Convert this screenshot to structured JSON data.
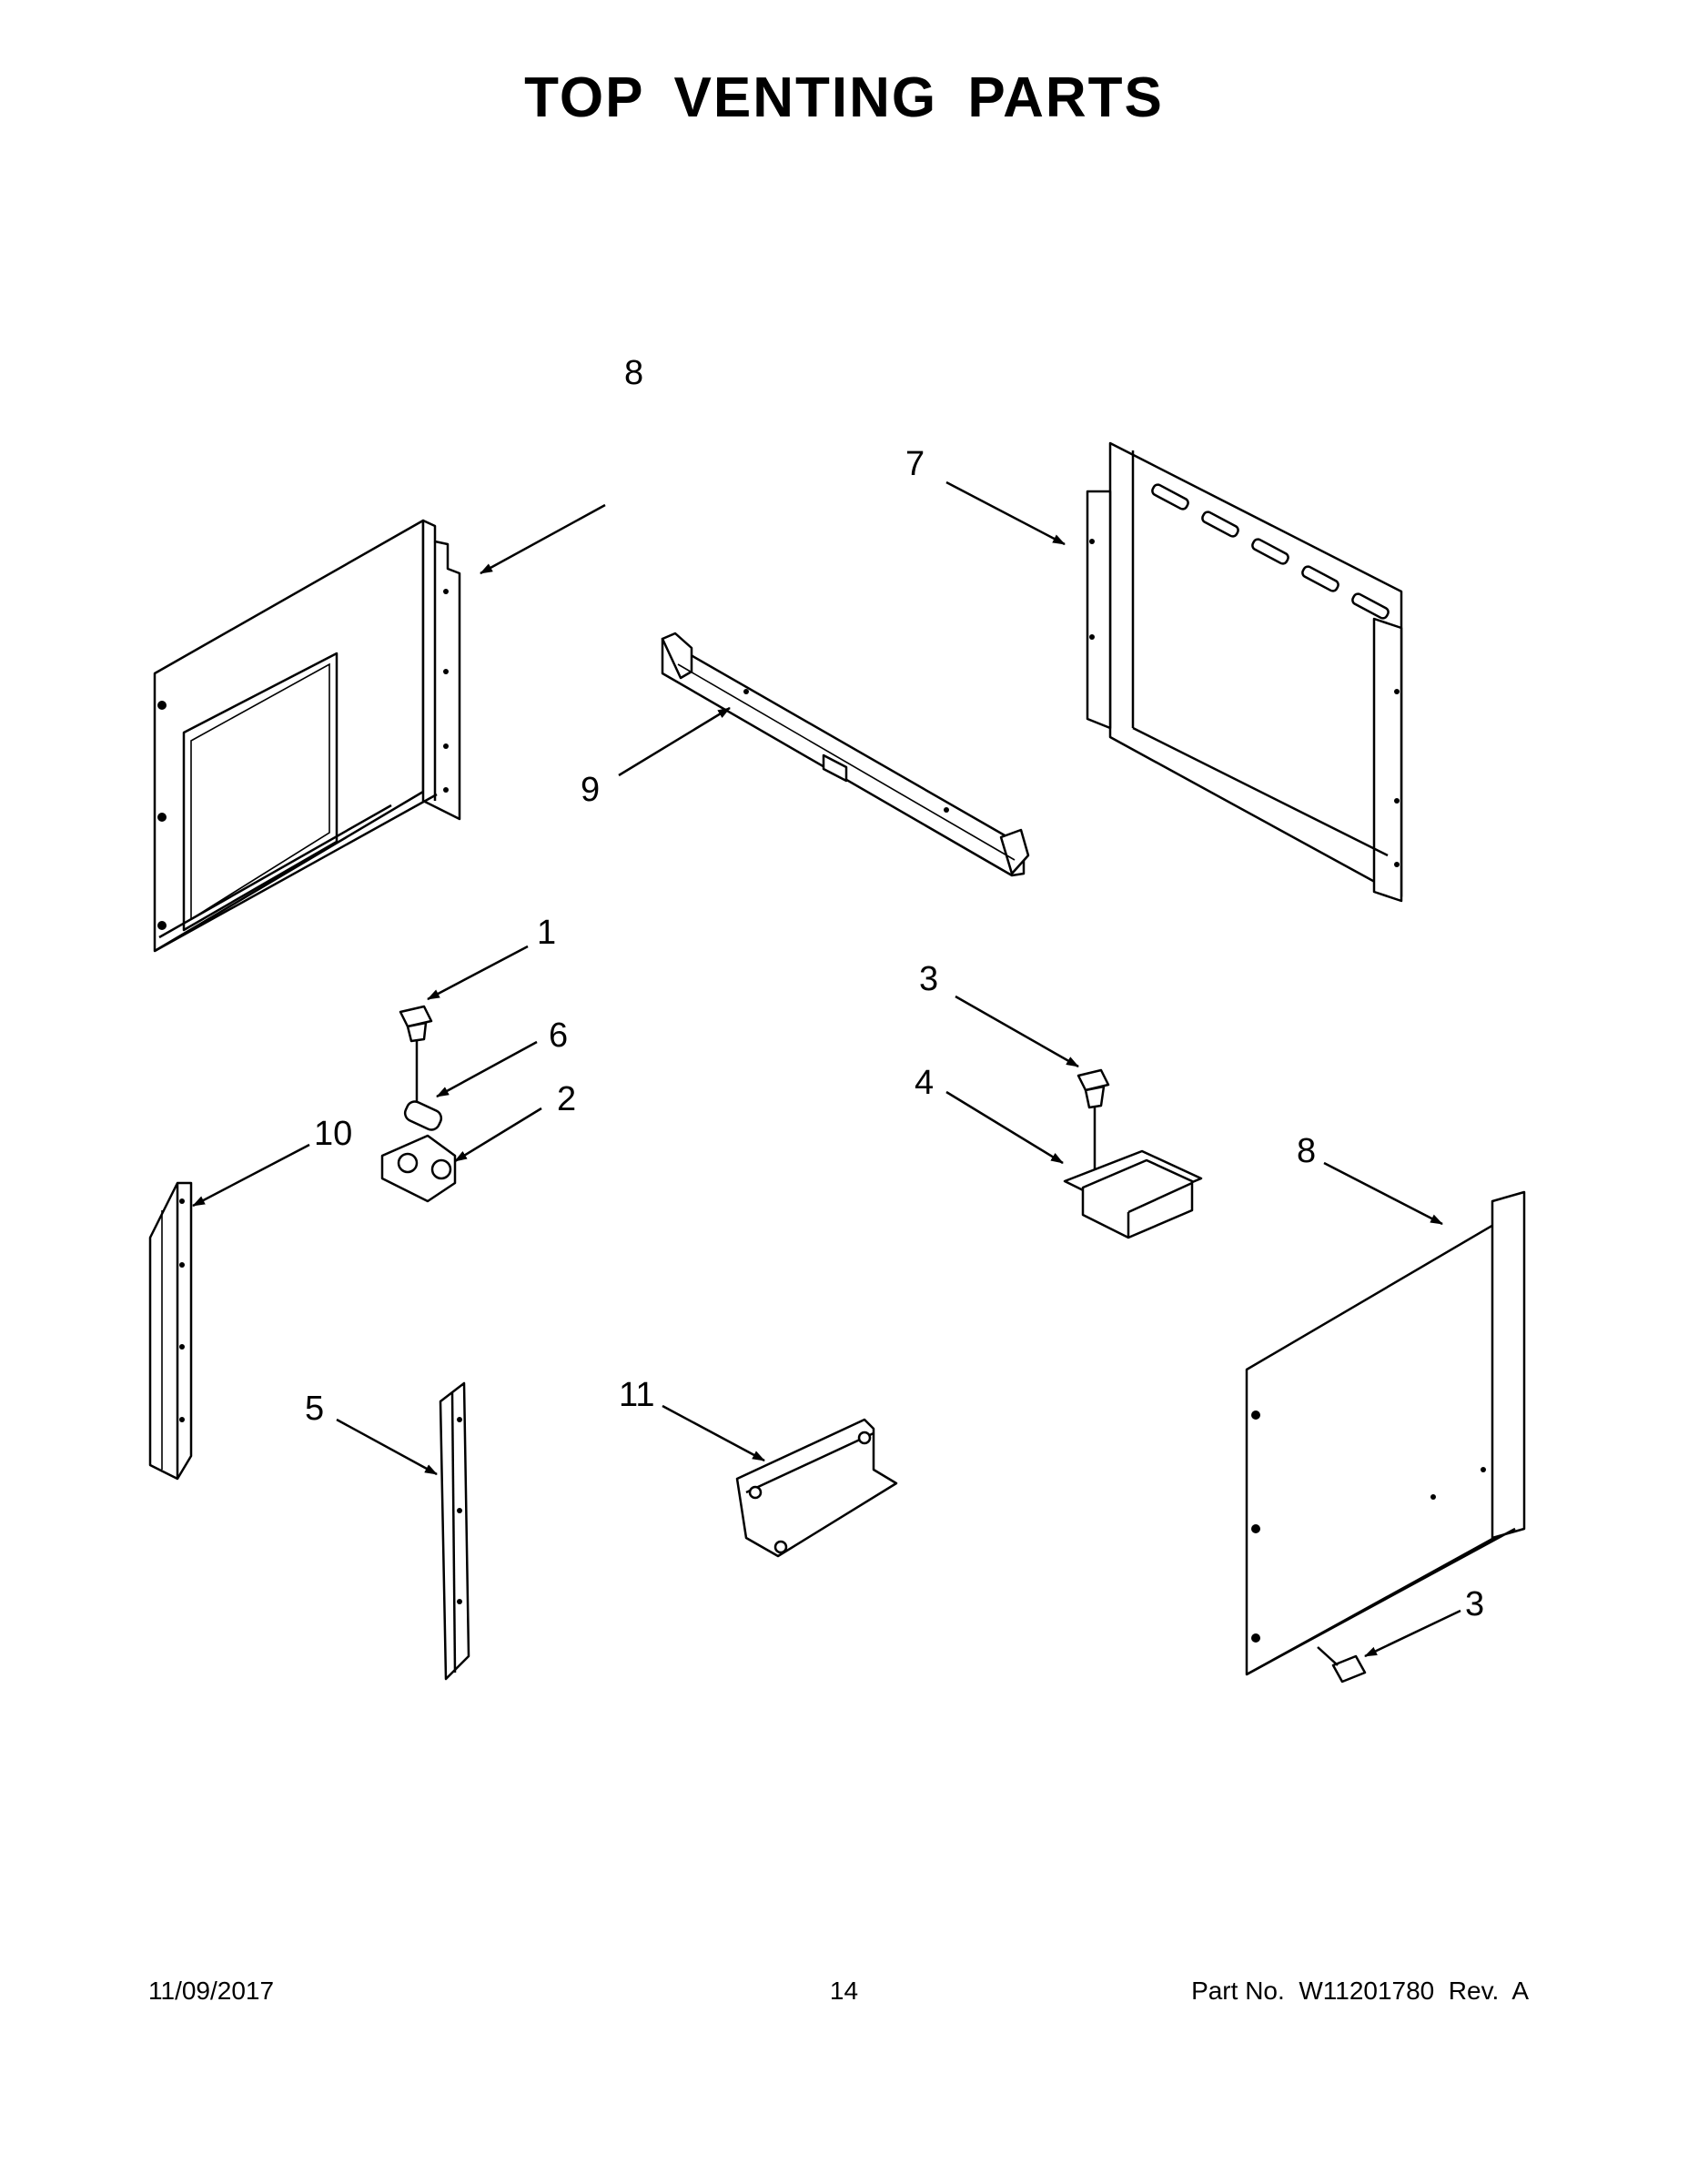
{
  "title": "TOP VENTING PARTS",
  "callouts": [
    {
      "id": "c8a",
      "label": "8"
    },
    {
      "id": "c7",
      "label": "7"
    },
    {
      "id": "c9",
      "label": "9"
    },
    {
      "id": "c1",
      "label": "1"
    },
    {
      "id": "c6",
      "label": "6"
    },
    {
      "id": "c2",
      "label": "2"
    },
    {
      "id": "c10",
      "label": "10"
    },
    {
      "id": "c3a",
      "label": "3"
    },
    {
      "id": "c4",
      "label": "4"
    },
    {
      "id": "c8b",
      "label": "8"
    },
    {
      "id": "c5",
      "label": "5"
    },
    {
      "id": "c11",
      "label": "11"
    },
    {
      "id": "c3b",
      "label": "3"
    }
  ],
  "footer": {
    "date": "11/09/2017",
    "page": "14",
    "part_number": "Part No.  W11201780  Rev.  A"
  }
}
